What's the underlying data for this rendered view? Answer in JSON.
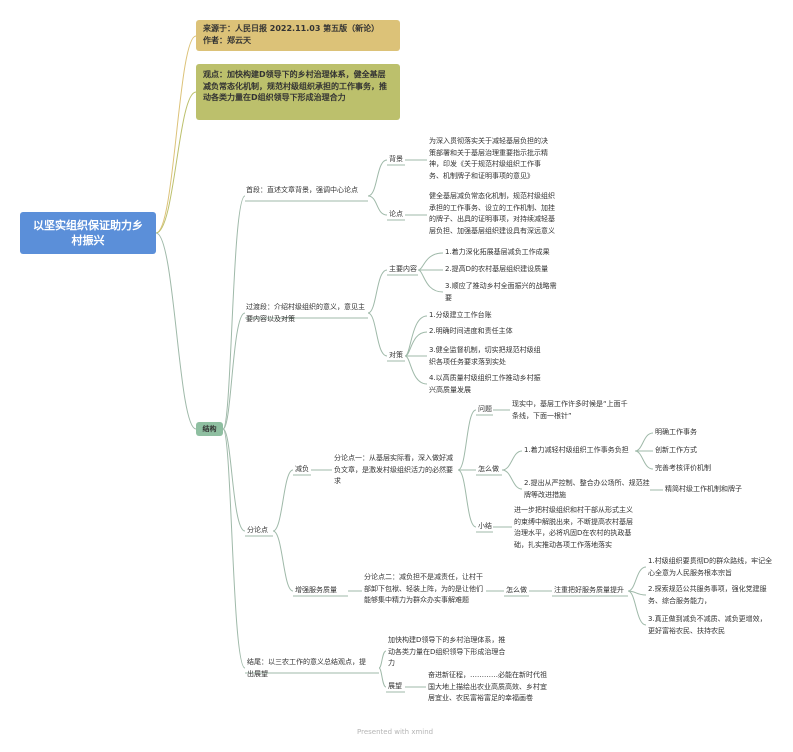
{
  "root": "以坚实组织保证助力乡村振兴",
  "source": [
    "来源于：人民日报 2022.11.03 第五版（新论）",
    "作者：郑云天"
  ],
  "viewpoint": "观点：加快构建D领导下的乡村治理体系，健全基层减负常态化机制，规范村级组织承担的工作事务，推动各类力量在D组织领导下形成治理合力",
  "structure": "结构",
  "n1": {
    "label": "首段：直述文章背景，强调中心论点",
    "bg_label": "背景",
    "bg_text": "为深入贯彻落实关于减轻基层负担的决策部署和关于基层治理重要指示批示精神，印发《关于规范村级组织工作事务、机制牌子和证明事项的意见》",
    "arg_label": "论点",
    "arg_text": "健全基层减负常态化机制，规范村级组织承担的工作事务、设立的工作机制、加挂的牌子、出具的证明事项，对持续减轻基层负担、加强基层组织建设具有深远意义"
  },
  "n2": {
    "label": "过渡段：介绍村级组织的意义，意见主要内容以及对策",
    "content_label": "主要内容",
    "content": [
      "1.着力深化拓展基层减负工作成果",
      "2.提高D的农村基层组织建设质量",
      "3.顺应了推动乡村全面振兴的战略需要"
    ],
    "measure_label": "对策",
    "measures": [
      "1.分级建立工作台账",
      "2.明确时间进度和责任主体",
      "3.健全监督机制，切实把规范村级组织各项任务要求落到实处",
      "4.以高质量村级组织工作推动乡村振兴高质量发展"
    ]
  },
  "n3": {
    "label": "分论点",
    "a": {
      "label": "减负",
      "point": "分论点一：从基层实际看，深入做好减负文章，是激发村级组织活力的必然要求",
      "q_label": "问题",
      "q_text": "现实中，基层工作许多时候是“上面千条线，下面一根针”",
      "how_label": "怎么做",
      "how1": "1.着力减轻村级组织工作事务负担",
      "how1_items": [
        "明确工作事务",
        "创新工作方式",
        "完善考核评价机制"
      ],
      "how2": "2.提出从严控制、整合办公场所、规范挂牌等改进措施",
      "how2_item": "精简村级工作机制和牌子",
      "sum_label": "小结",
      "sum_text": "进一步把村级组织和村干部从形式主义的束缚中解脱出来，不断提高农村基层治理水平，必将巩固D在农村的执政基础，扎实推动各项工作落地落实"
    },
    "b": {
      "label": "增强服务质量",
      "point": "分论点二：减负担不是减责任，让村干部卸下包袱、轻装上阵，为的是让他们能够集中精力为群众办实事解难题",
      "how_label": "怎么做",
      "main": "注重把好服务质量提升",
      "items": [
        "1.村级组织要贯彻D的群众路线，牢记全心全意为人民服务根本宗旨",
        "2.探索规范公共服务事项，强化党建服务、综合服务能力，",
        "3.真正做到减负不减质、减负更增效，更好富裕农民、扶持农民"
      ]
    }
  },
  "n4": {
    "label": "结尾：以三农工作的意义总结观点，提出展望",
    "c1": "加快构建D领导下的乡村治理体系，推动各类力量在D组织领导下形成治理合力",
    "hope_label": "展望",
    "hope_text": "奋进新征程，…………必能在新时代祖国大地上描绘出农业高质高效、乡村宜居宜业、农民富裕富足的幸福画卷"
  },
  "footer": "Presented with xmind",
  "colors": {
    "root": "#5b8fd9",
    "source": "#dcc278",
    "viewpoint": "#bcc06c",
    "structure": "#8fbfa1",
    "line": "#9fb9a9"
  }
}
